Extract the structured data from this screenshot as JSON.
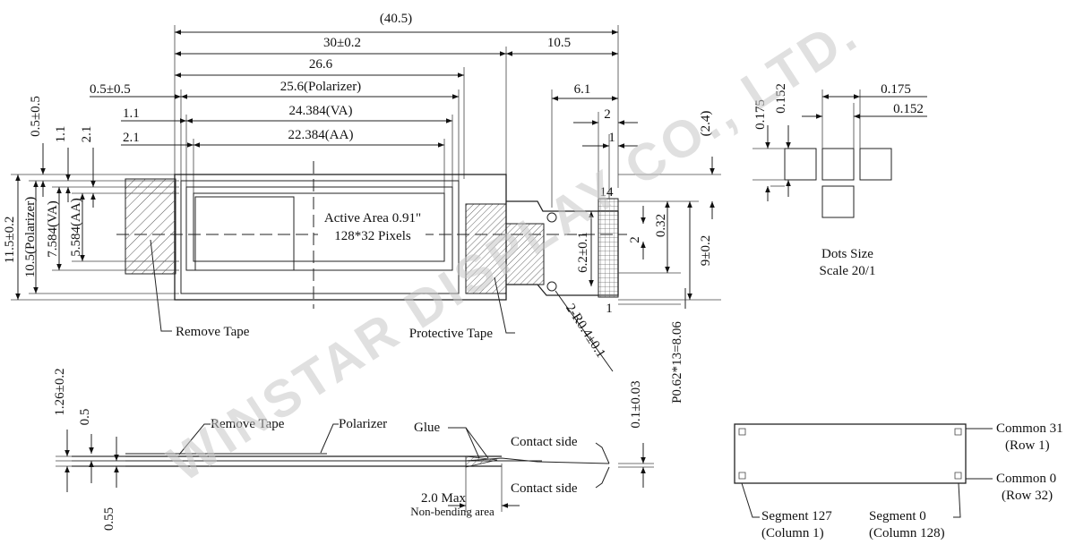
{
  "watermark": "WINSTAR DISPLAY CO., LTD.",
  "front_view": {
    "dim_overall": "(40.5)",
    "dim_outline": "30±0.2",
    "dim_tail": "10.5",
    "dim_266": "26.6",
    "dim_polarizer_w": "25.6(Polarizer)",
    "dim_va_w": "24.384(VA)",
    "dim_aa_w": "22.384(AA)",
    "dim_05": "0.5±0.5",
    "dim_11": "1.1",
    "dim_21": "2.1",
    "dim_v05": "0.5±0.5",
    "dim_v11": "1.1",
    "dim_v21": "2.1",
    "dim_height": "11.5±0.2",
    "dim_polarizer_h": "10.5(Polarizer)",
    "dim_va_h": "7.584(VA)",
    "dim_aa_h": "5.584(AA)",
    "active_area_line1": "Active Area 0.91\"",
    "active_area_line2": "128*32 Pixels",
    "remove_tape": "Remove Tape",
    "protective_tape": "Protective Tape",
    "dim_61": "6.1",
    "dim_2": "2",
    "dim_1": "1",
    "dim_24": "(2.4)",
    "pin_14": "14",
    "pin_1": "1",
    "dim_032": "0.32",
    "dim_2v": "2",
    "dim_62": "6.2±0.1",
    "dim_9": "9±0.2",
    "dim_r04": "2-R0.4±0.1",
    "dim_pitch": "P0.62*13=8.06"
  },
  "dots_view": {
    "dim_0175a": "0.175",
    "dim_0152a": "0.152",
    "dim_0175b": "0.175",
    "dim_0152b": "0.152",
    "caption1": "Dots Size",
    "caption2": "Scale  20/1"
  },
  "side_view": {
    "dim_126": "1.26±0.2",
    "dim_05": "0.5",
    "dim_055": "0.55",
    "remove_tape": "Remove Tape",
    "polarizer": "Polarizer",
    "glue": "Glue",
    "contact_side_top": "Contact side",
    "contact_side_bottom": "Contact side",
    "bend_dim": "2.0 Max",
    "bend_note": "Non-bending area",
    "dim_01": "0.1±0.03"
  },
  "pixel_map": {
    "common31": "Common 31",
    "row1": "(Row 1)",
    "common0": "Common 0",
    "row32": "(Row 32)",
    "seg127": "Segment 127",
    "col1": "(Column 1)",
    "seg0": "Segment 0",
    "col128": "(Column 128)"
  }
}
